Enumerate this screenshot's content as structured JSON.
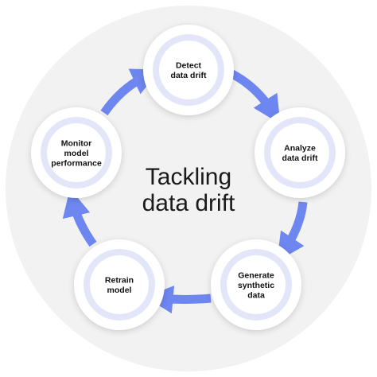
{
  "center_title": {
    "line1": "Tackling",
    "line2": "data drift"
  },
  "steps": [
    {
      "lines": [
        "Detect",
        "data drift"
      ]
    },
    {
      "lines": [
        "Analyze",
        "data drift"
      ]
    },
    {
      "lines": [
        "Generate",
        "synthetic",
        "data"
      ]
    },
    {
      "lines": [
        "Retrain",
        "model"
      ]
    },
    {
      "lines": [
        "Monitor",
        "model",
        "performance"
      ]
    }
  ],
  "colors": {
    "background_disc": "#f2f2f2",
    "node_fill": "#ffffff",
    "node_ring": "#e3e6f8",
    "arrow": "#6e86f0",
    "text": "#111111"
  }
}
